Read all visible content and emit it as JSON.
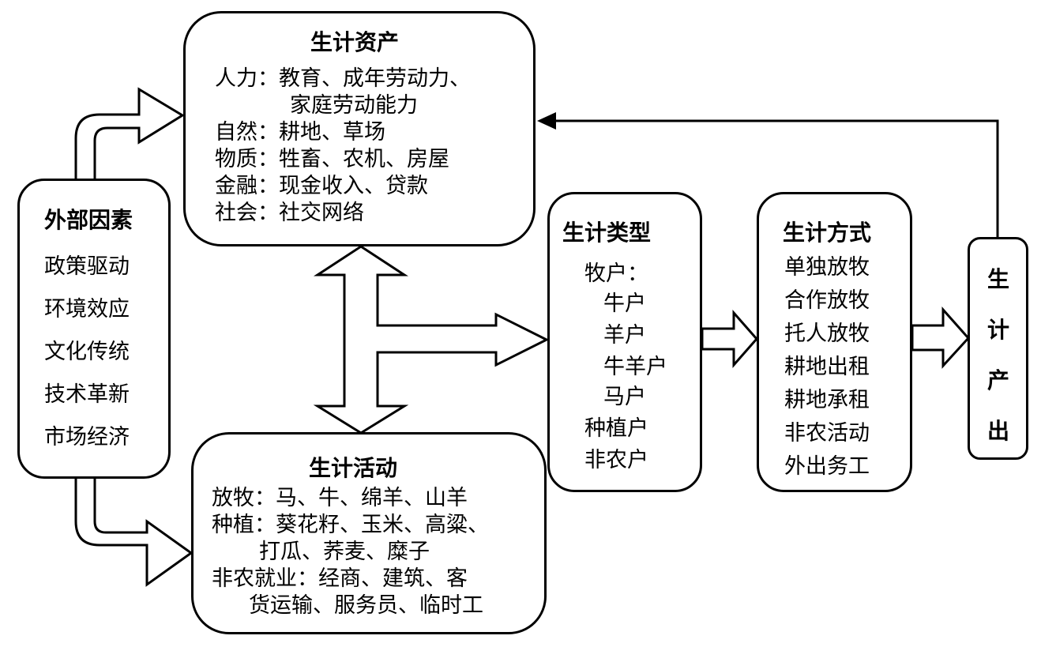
{
  "external_factors": {
    "title": "外部因素",
    "items": [
      "政策驱动",
      "环境效应",
      "文化传统",
      "技术革新",
      "市场经济"
    ]
  },
  "livelihood_assets": {
    "title": "生计资产",
    "lines": [
      "人力：教育、成年劳动力、",
      "家庭劳动能力",
      "自然：耕地、草场",
      "物质：牲畜、农机、房屋",
      "金融：现金收入、贷款",
      "社会：社交网络"
    ]
  },
  "livelihood_activities": {
    "title": "生计活动",
    "lines": [
      "放牧：马、牛、绵羊、山羊",
      "种植：葵花籽、玉米、高粱、",
      "打瓜、荞麦、糜子",
      "非农就业：经商、建筑、客",
      "货运输、服务员、临时工"
    ]
  },
  "livelihood_types": {
    "title": "生计类型",
    "lines": [
      "牧户：",
      "牛户",
      "羊户",
      "牛羊户",
      "马户",
      "种植户",
      "非农户"
    ]
  },
  "livelihood_modes": {
    "title": "生计方式",
    "items": [
      "单独放牧",
      "合作放牧",
      "托人放牧",
      "耕地出租",
      "耕地承租",
      "非农活动",
      "外出务工"
    ]
  },
  "livelihood_output": {
    "chars": [
      "生",
      "计",
      "产",
      "出"
    ]
  }
}
